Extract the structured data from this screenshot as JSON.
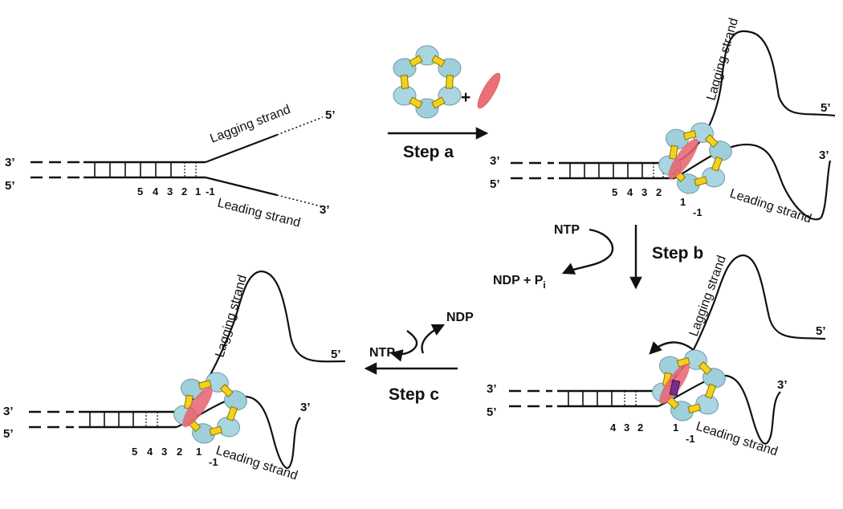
{
  "labels": {
    "end_3p": "3’",
    "end_5p": "5’",
    "lagging_strand": "Lagging strand",
    "leading_strand": "Leading strand",
    "step_a": "Step a",
    "step_b": "Step b",
    "step_c": "Step c",
    "ntp": "NTP",
    "ndp": "NDP",
    "ndp_pi": "NDP + P",
    "pi_sub": "i",
    "plus": "+"
  },
  "positions": [
    "5",
    "4",
    "3",
    "2",
    "1",
    "-1"
  ],
  "colors": {
    "helicase_subunit": "#a9d6e1",
    "subunit_block": "#f4d21c",
    "replication_protein": "#ee6e78",
    "nucleotide": "#7a2c8c",
    "strand": "#111111"
  }
}
